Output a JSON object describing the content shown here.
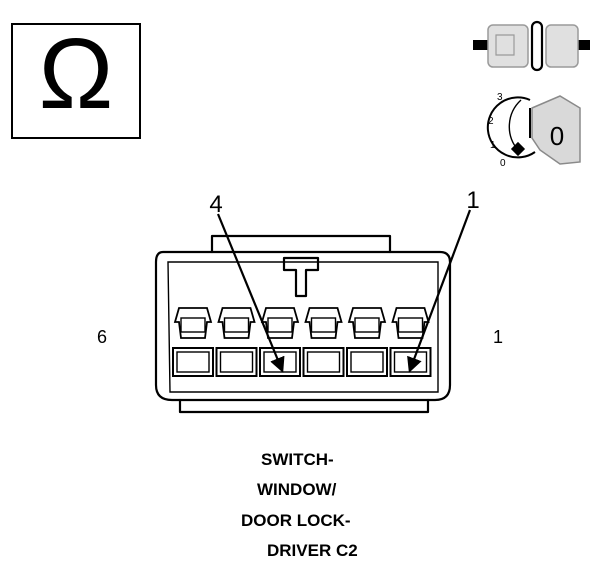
{
  "ohm_symbol": {
    "glyph": "Ω",
    "icon": "ohm-meter-icon"
  },
  "ignition": {
    "positions": [
      "3",
      "2",
      "1",
      "0"
    ],
    "key_position": "0",
    "icon": "ignition-key-icon"
  },
  "fuse_icon": "fuse-icon",
  "connector": {
    "callouts": [
      "4",
      "1"
    ],
    "end_left": "6",
    "end_right": "1"
  },
  "title": {
    "line1": "SWITCH-",
    "line2": "WINDOW/",
    "line3": "DOOR LOCK-",
    "line4": "DRIVER C2"
  },
  "colors": {
    "ink": "#000000",
    "fuse_gray": "#c8c8c8",
    "key_gray": "#d6d6d6"
  }
}
